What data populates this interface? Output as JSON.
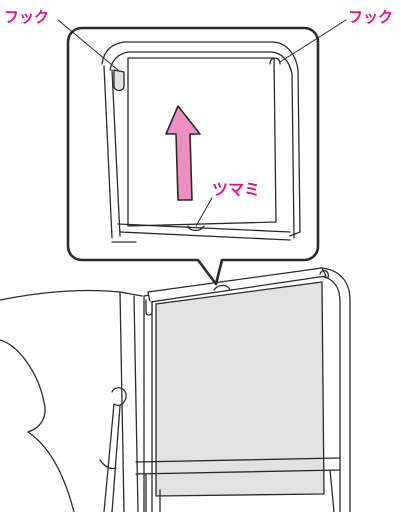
{
  "labels": {
    "hook_left": "フック",
    "hook_right": "フック",
    "tab": "ツマミ"
  },
  "colors": {
    "label": "#e3127e",
    "arrow": "#ec8fc1",
    "shade": "#e2e2e2",
    "line": "#2a2a2a"
  },
  "icons": {
    "lift_direction": "up-arrow-icon"
  }
}
